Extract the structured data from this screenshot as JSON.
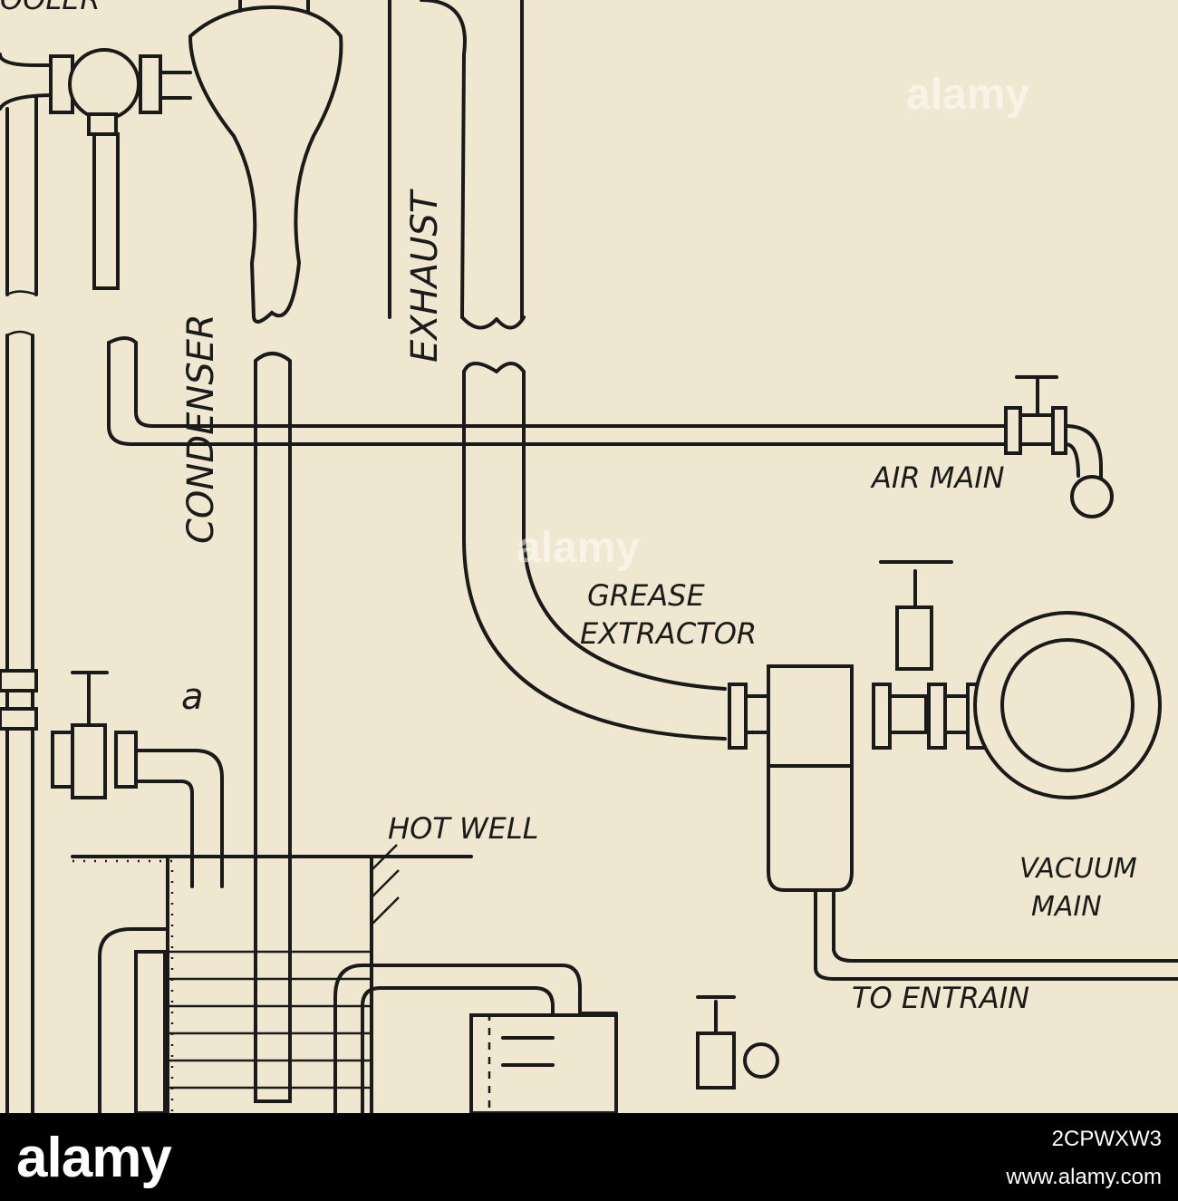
{
  "diagram": {
    "labels": {
      "cooler": "OOLER",
      "exhaust": "EXHAUST",
      "condenser": "CONDENSER",
      "air_main": "AIR MAIN",
      "grease_1": "GREASE",
      "grease_2": "EXTRACTOR",
      "hot_well": "HOT WELL",
      "vacuum_1": "VACUUM",
      "vacuum_2": "MAIN",
      "entrain": "TO ENTRAIN",
      "valve_a": "a"
    },
    "watermark": "alamy",
    "colors": {
      "paper": "#efe7cf",
      "ink": "#1a1a1a",
      "footer": "#000000"
    }
  },
  "footer": {
    "logo": "alamy",
    "image_id": "2CPWXW3",
    "site": "www.alamy.com"
  }
}
